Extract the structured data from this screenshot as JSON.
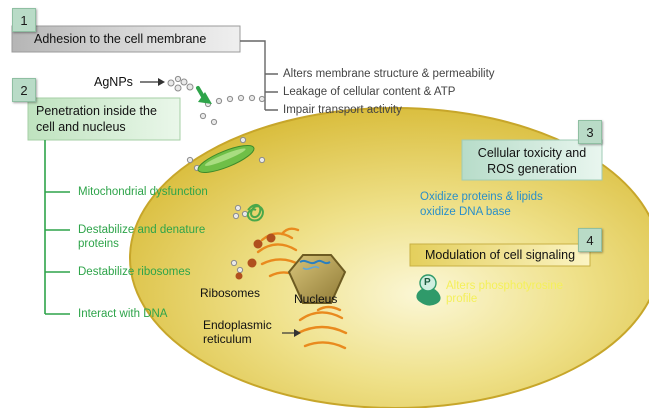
{
  "steps": {
    "s1": {
      "number": "1",
      "title": "Adhesion to the cell membrane"
    },
    "s2": {
      "number": "2",
      "title": "Penetration inside the cell and nucleus"
    },
    "s3": {
      "number": "3",
      "title": "Cellular toxicity and ROS generation"
    },
    "s4": {
      "number": "4",
      "title": "Modulation of cell signaling"
    }
  },
  "agnps_label": "AgNPs",
  "membrane_effects": [
    "Alters membrane structure & permeability",
    "Leakage of cellular content & ATP",
    "Impair transport activity"
  ],
  "penetration_effects": [
    "Mitochondrial dysfunction",
    "Destabilize and denature proteins",
    "Destabilize ribosomes",
    "Interact with DNA"
  ],
  "toxicity_effects": [
    "Oxidize proteins & lipids",
    "oxidize DNA base"
  ],
  "signaling": {
    "badge": "P",
    "effect": "Alters phosphotyrosine profile"
  },
  "organelles": {
    "ribosomes": "Ribosomes",
    "nucleus": "Nucleus",
    "er": "Endoplasmic reticulum"
  },
  "colors": {
    "green_text": "#2ea44a",
    "blue_text": "#2a8fc9",
    "yellow_text": "#f4f05a",
    "cell_fill": "#e8d45a",
    "number_box": "#b9dbc7"
  }
}
